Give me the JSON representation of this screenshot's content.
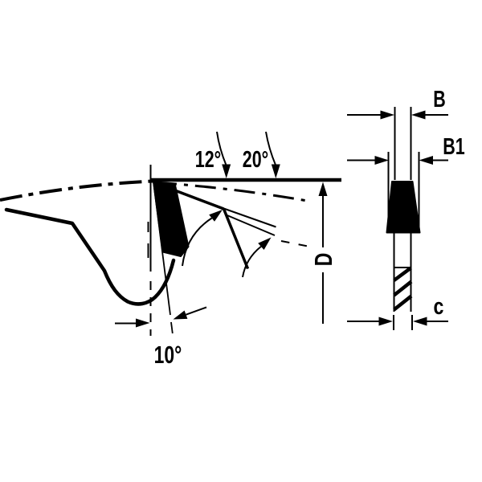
{
  "diagram": {
    "title": "saw-blade tooth geometry drawing",
    "left_view": {
      "angle_top_1": "12°",
      "angle_top_2": "20°",
      "angle_bottom": "10°",
      "diameter_label": "D"
    },
    "right_view": {
      "kerf_label": "B",
      "tooth_width_label": "B1",
      "plate_thickness_label": "c"
    },
    "colors": {
      "line": "#000000",
      "background": "#ffffff"
    }
  }
}
